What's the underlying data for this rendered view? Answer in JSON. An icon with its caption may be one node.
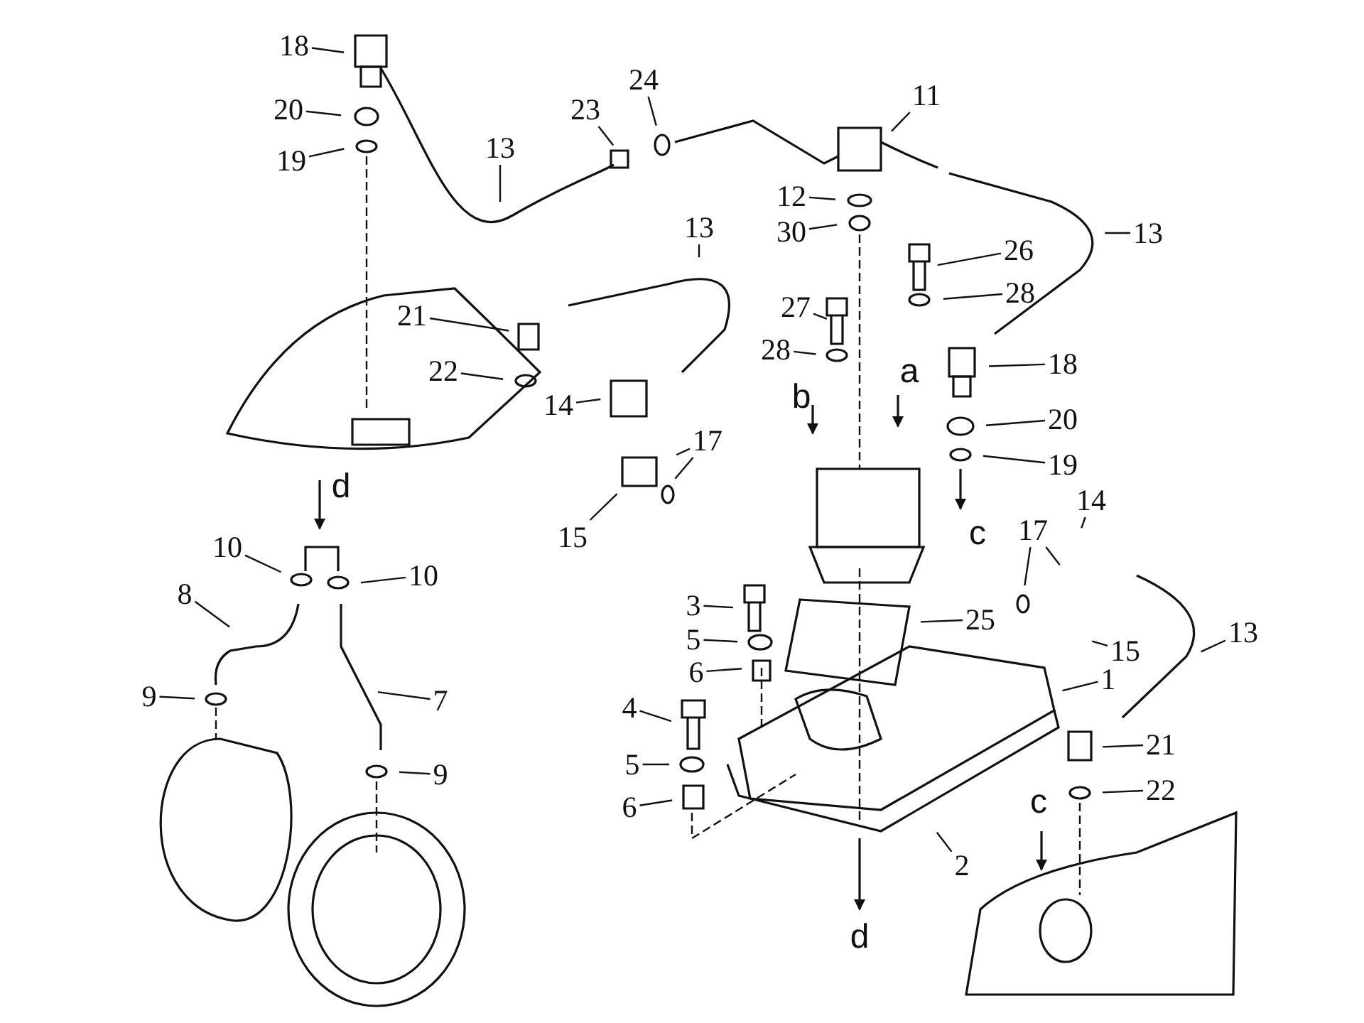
{
  "diagram": {
    "nodes": [
      {
        "text": [
          "18"
        ]
      },
      {
        "text": [
          "20"
        ]
      },
      {
        "text": [
          "19"
        ]
      },
      {
        "text": [
          "13"
        ]
      },
      {
        "text": [
          "23"
        ]
      },
      {
        "text": [
          "24"
        ]
      },
      {
        "text": [
          "11"
        ]
      },
      {
        "text": [
          "12"
        ]
      },
      {
        "text": [
          "30"
        ]
      },
      {
        "text": [
          "13"
        ]
      },
      {
        "text": [
          "13"
        ]
      },
      {
        "text": [
          "26"
        ]
      },
      {
        "text": [
          "28"
        ]
      },
      {
        "text": [
          "27"
        ]
      },
      {
        "text": [
          "28"
        ]
      },
      {
        "text": [
          "21"
        ]
      },
      {
        "text": [
          "22"
        ]
      },
      {
        "text": [
          "18"
        ]
      },
      {
        "text": [
          "20"
        ]
      },
      {
        "text": [
          "19"
        ]
      },
      {
        "text": [
          "14"
        ]
      },
      {
        "text": [
          "17"
        ]
      },
      {
        "text": [
          "15"
        ]
      },
      {
        "text": [
          "14"
        ]
      },
      {
        "text": [
          "17"
        ]
      },
      {
        "text": [
          "3"
        ]
      },
      {
        "text": [
          "5"
        ]
      },
      {
        "text": [
          "6"
        ]
      },
      {
        "text": [
          "25"
        ]
      },
      {
        "text": [
          "15"
        ]
      },
      {
        "text": [
          "13"
        ]
      },
      {
        "text": [
          "1"
        ]
      },
      {
        "text": [
          "10"
        ]
      },
      {
        "text": [
          "10"
        ]
      },
      {
        "text": [
          "8"
        ]
      },
      {
        "text": [
          "7"
        ]
      },
      {
        "text": [
          "9"
        ]
      },
      {
        "text": [
          "4"
        ]
      },
      {
        "text": [
          "5"
        ]
      },
      {
        "text": [
          "9"
        ]
      },
      {
        "text": [
          "6"
        ]
      },
      {
        "text": [
          "21"
        ]
      },
      {
        "text": [
          "22"
        ]
      },
      {
        "text": [
          "2"
        ]
      }
    ],
    "edges": [
      {
        "from": 0,
        "to": null,
        "arrow": "none"
      },
      {
        "from": 1,
        "to": null,
        "arrow": "none"
      },
      {
        "from": 2,
        "to": null,
        "arrow": "none"
      },
      {
        "from": 3,
        "to": null,
        "arrow": "none"
      },
      {
        "from": 4,
        "to": null,
        "arrow": "none"
      },
      {
        "from": 5,
        "to": null,
        "arrow": "none"
      },
      {
        "from": 6,
        "to": null,
        "arrow": "none"
      },
      {
        "from": 7,
        "to": null,
        "arrow": "none"
      },
      {
        "from": 8,
        "to": null,
        "arrow": "none"
      },
      {
        "from": 9,
        "to": null,
        "arrow": "none"
      },
      {
        "from": 10,
        "to": null,
        "arrow": "none"
      },
      {
        "from": 11,
        "to": null,
        "arrow": "none"
      },
      {
        "from": 12,
        "to": null,
        "arrow": "none"
      },
      {
        "from": 13,
        "to": null,
        "arrow": "none"
      },
      {
        "from": 14,
        "to": null,
        "arrow": "none"
      },
      {
        "from": 15,
        "to": null,
        "arrow": "none"
      },
      {
        "from": 16,
        "to": null,
        "arrow": "none"
      },
      {
        "from": 17,
        "to": null,
        "arrow": "none"
      },
      {
        "from": 18,
        "to": null,
        "arrow": "none"
      },
      {
        "from": 19,
        "to": null,
        "arrow": "none"
      },
      {
        "from": 20,
        "to": null,
        "arrow": "none"
      },
      {
        "from": 21,
        "to": null,
        "arrow": "none"
      },
      {
        "from": 21,
        "to": null,
        "arrow": "none"
      },
      {
        "from": 22,
        "to": null,
        "arrow": "none"
      },
      {
        "from": 23,
        "to": null,
        "arrow": "none"
      },
      {
        "from": 24,
        "to": null,
        "arrow": "none"
      },
      {
        "from": 24,
        "to": null,
        "arrow": "none"
      },
      {
        "from": 25,
        "to": null,
        "arrow": "none"
      },
      {
        "from": 26,
        "to": null,
        "arrow": "none"
      },
      {
        "from": 27,
        "to": null,
        "arrow": "none"
      },
      {
        "from": 28,
        "to": null,
        "arrow": "none"
      },
      {
        "from": 29,
        "to": null,
        "arrow": "none"
      },
      {
        "from": 30,
        "to": null,
        "arrow": "none"
      },
      {
        "from": 31,
        "to": null,
        "arrow": "none"
      },
      {
        "from": 32,
        "to": null,
        "arrow": "none"
      },
      {
        "from": 33,
        "to": null,
        "arrow": "none"
      },
      {
        "from": 34,
        "to": null,
        "arrow": "none"
      },
      {
        "from": 35,
        "to": null,
        "arrow": "none"
      },
      {
        "from": 36,
        "to": null,
        "arrow": "none"
      },
      {
        "from": 37,
        "to": null,
        "arrow": "none"
      },
      {
        "from": 38,
        "to": null,
        "arrow": "none"
      },
      {
        "from": 39,
        "to": null,
        "arrow": "none"
      },
      {
        "from": 40,
        "to": null,
        "arrow": "none"
      },
      {
        "from": 41,
        "to": null,
        "arrow": "none"
      },
      {
        "from": 42,
        "to": null,
        "arrow": "none"
      },
      {
        "from": 43,
        "to": null,
        "arrow": "none"
      }
    ],
    "labels": [
      "a",
      "b",
      "d",
      "c",
      "c",
      "d"
    ]
  }
}
